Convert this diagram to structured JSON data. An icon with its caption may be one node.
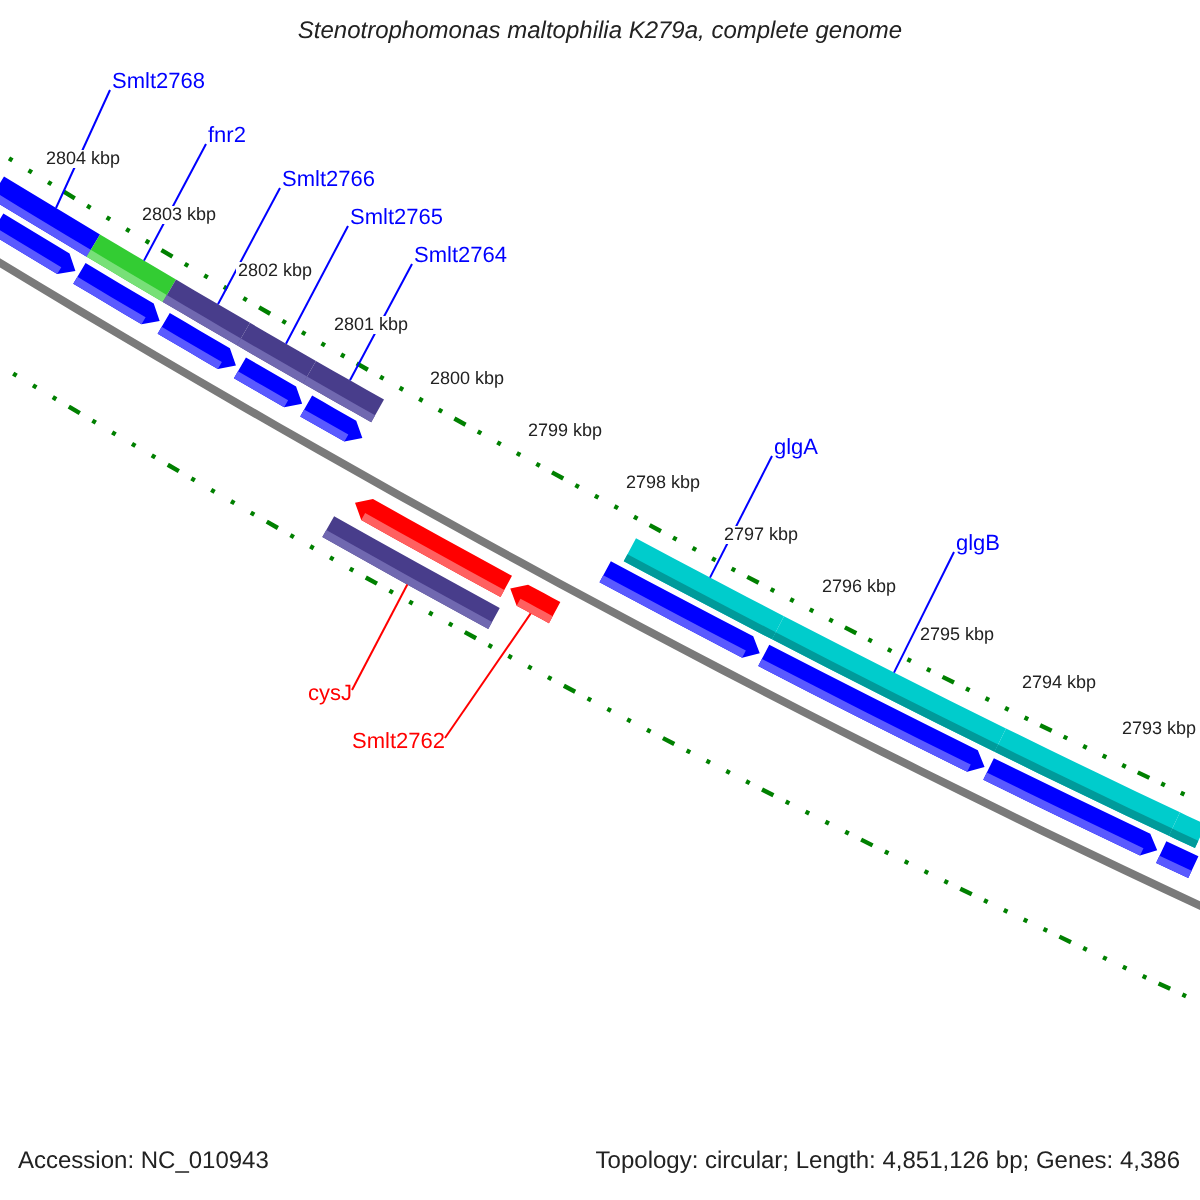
{
  "diagram": {
    "title": "Stenotrophomonas maltophilia K279a, complete genome",
    "nodes": [
      {
        "text": [
          "Smlt2768"
        ]
      },
      {
        "text": [
          "fnr2"
        ]
      },
      {
        "text": [
          "Smlt2766"
        ]
      },
      {
        "text": [
          "Smlt2765"
        ]
      },
      {
        "text": [
          "Smlt2764"
        ]
      },
      {
        "text": [
          "glgA"
        ]
      },
      {
        "text": [
          "glgB"
        ]
      },
      {
        "text": [
          "cysJ"
        ]
      },
      {
        "text": [
          "Smlt2762"
        ]
      },
      {
        "text": [],
        "shape": "bar"
      },
      {
        "text": [],
        "shape": "bar"
      },
      {
        "text": [],
        "shape": "bar"
      },
      {
        "text": [],
        "shape": "bar"
      },
      {
        "text": [],
        "shape": "bar"
      },
      {
        "text": [],
        "shape": "bar"
      },
      {
        "text": [],
        "shape": "bar"
      },
      {
        "text": [],
        "shape": "bar"
      },
      {
        "text": [],
        "shape": "bar"
      },
      {
        "text": [],
        "shape": "bar"
      },
      {
        "text": [],
        "shape": "bar"
      },
      {
        "text": [],
        "shape": "bar"
      },
      {
        "text": [],
        "shape": "bar"
      },
      {
        "text": [],
        "shape": "bar"
      },
      {
        "text": [],
        "shape": "bar"
      },
      {
        "text": [],
        "shape": "bar"
      },
      {
        "text": [],
        "shape": "bar"
      },
      {
        "text": [],
        "shape": "bar"
      },
      {
        "text": [],
        "shape": "bar"
      },
      {
        "text": [],
        "shape": "bar"
      },
      {
        "text": [],
        "shape": "bar"
      }
    ],
    "edges": [
      {
        "from": 0,
        "to": 9,
        "arrow": "none"
      },
      {
        "from": 1,
        "to": 10,
        "arrow": "none"
      },
      {
        "from": 2,
        "to": 11,
        "arrow": "none"
      },
      {
        "from": 3,
        "to": 12,
        "arrow": "none"
      },
      {
        "from": 4,
        "to": 13,
        "arrow": "none"
      },
      {
        "from": 5,
        "to": 22,
        "arrow": "none"
      },
      {
        "from": 6,
        "to": 23,
        "arrow": "none"
      },
      {
        "from": 7,
        "to": 21,
        "arrow": "none",
        "color": "#ff0000"
      },
      {
        "from": 8,
        "to": 20,
        "arrow": "none",
        "color": "#ff0000"
      }
    ],
    "labels": [
      "2804 kbp",
      "2803 kbp",
      "2802 kbp",
      "2801 kbp",
      "2800 kbp",
      "2799 kbp",
      "2798 kbp",
      "2797 kbp",
      "2796 kbp",
      "2795 kbp",
      "2794 kbp",
      "2793 kbp",
      "Accession: NC_010943",
      "Topology: circular; Length: 4,851,126 bp; Genes: 4,386"
    ]
  }
}
